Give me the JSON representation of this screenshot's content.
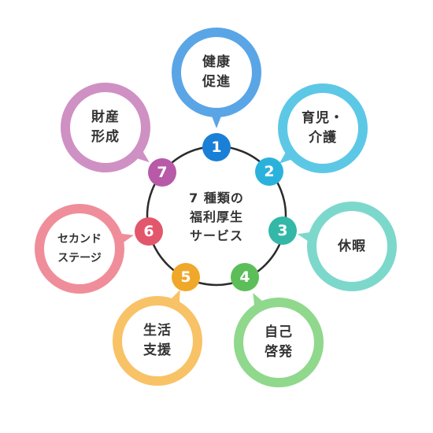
{
  "center": {
    "lines": [
      "7 種類の",
      "福利厚生",
      "サービス"
    ]
  },
  "items": [
    {
      "number": "1",
      "lines": [
        "健康",
        "促進"
      ],
      "color": "#5aa5e6",
      "badge_color": "#1a7fd6"
    },
    {
      "number": "2",
      "lines": [
        "育児・",
        "介護"
      ],
      "color": "#5cc8e6",
      "badge_color": "#2bb2dc"
    },
    {
      "number": "3",
      "lines": [
        "休暇"
      ],
      "color": "#7dd8cc",
      "badge_color": "#33b8a8"
    },
    {
      "number": "4",
      "lines": [
        "自己",
        "啓発"
      ],
      "color": "#8fd88c",
      "badge_color": "#5cbe58"
    },
    {
      "number": "5",
      "lines": [
        "生活",
        "支援"
      ],
      "color": "#f8c266",
      "badge_color": "#f0a82a"
    },
    {
      "number": "6",
      "lines": [
        "セカンド",
        "ステージ"
      ],
      "color": "#ef8e9a",
      "badge_color": "#e2576c"
    },
    {
      "number": "7",
      "lines": [
        "財産",
        "形成"
      ],
      "color": "#cf90c4",
      "badge_color": "#b85aa8"
    }
  ]
}
